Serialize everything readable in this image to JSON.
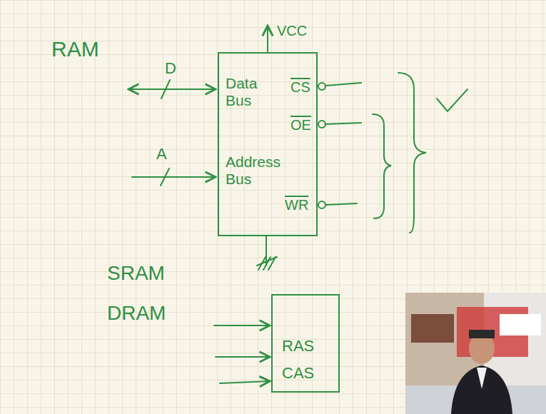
{
  "diagram": {
    "nodes": [
      {
        "text": [
          "Data Bus",
          "Address Bus",
          "CS",
          "OE",
          "WR"
        ]
      },
      {
        "text": [
          "RAS",
          "CAS"
        ]
      }
    ],
    "labels": [
      "RAM",
      "VCC",
      "D",
      "A",
      "SRAM",
      "DRAM"
    ]
  }
}
